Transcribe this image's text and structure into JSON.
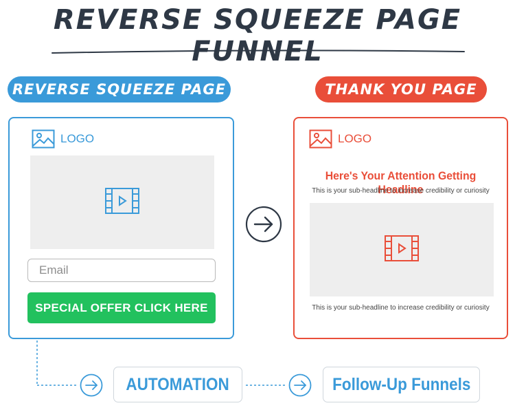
{
  "title": "Reverse Squeeze Page Funnel",
  "left_panel": {
    "heading": "Reverse Squeeze Page",
    "logo_text": "LOGO",
    "email_placeholder": "Email",
    "cta_label": "SPECIAL OFFER CLICK HERE"
  },
  "right_panel": {
    "heading": "Thank You Page",
    "logo_text": "LOGO",
    "headline": "Here's Your Attention Getting Headline",
    "subheadline_top": "This is your sub-headline to increase credibility or curiosity",
    "subheadline_bottom": "This is your sub-headline to increase credibility or curiosity"
  },
  "flow": {
    "automation_label": "AUTOMATION",
    "followup_label": "Follow-Up Funnels"
  },
  "colors": {
    "blue": "#3a9ad9",
    "red": "#e94e39",
    "green": "#22c15e",
    "dark": "#2e3845",
    "video_bg": "#eeeeee"
  },
  "icons": [
    "image-icon",
    "video-icon",
    "arrow-right-circle-icon"
  ]
}
